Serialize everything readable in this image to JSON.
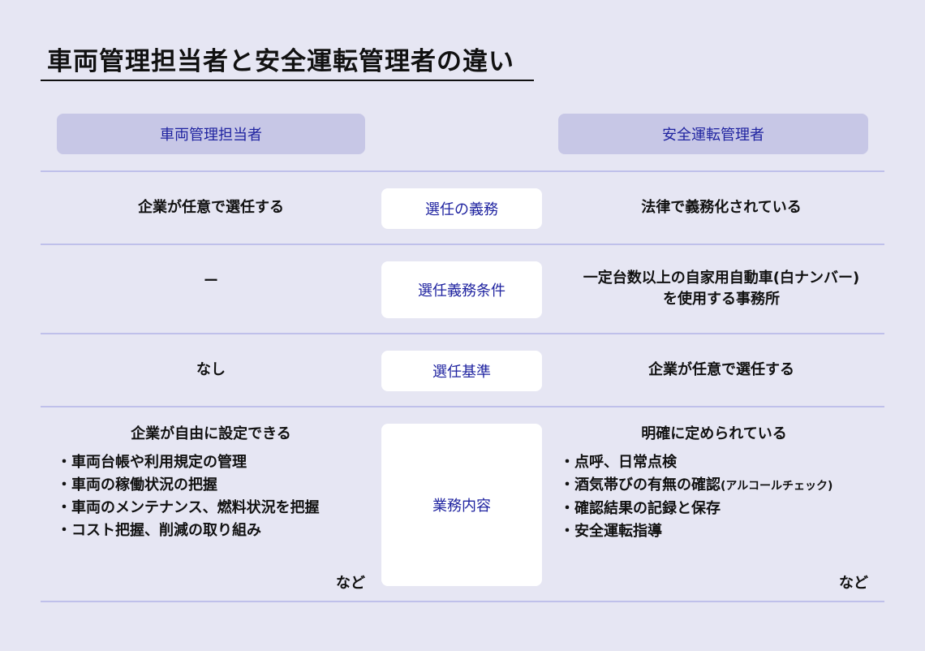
{
  "title": "車両管理担当者と安全運転管理者の違い",
  "headers": {
    "left": "車両管理担当者",
    "right": "安全運転管理者"
  },
  "rows": [
    {
      "label": "選任の義務",
      "left": "企業が任意で選任する",
      "right": "法律で義務化されている"
    },
    {
      "label": "選任義務条件",
      "left": "ー",
      "right_line1": "一定台数以上の自家用自動車(白ナンバー)",
      "right_line2": "を使用する事務所"
    },
    {
      "label": "選任基準",
      "left": "なし",
      "right": "企業が任意で選任する"
    },
    {
      "label": "業務内容",
      "left": {
        "heading": "企業が自由に設定できる",
        "items": [
          "車両台帳や利用規定の管理",
          "車両の稼働状況の把握",
          "車両のメンテナンス、燃料状況を把握",
          "コスト把握、削減の取り組み"
        ],
        "suffix": "など"
      },
      "right": {
        "heading": "明確に定められている",
        "items": [
          "点呼、日常点検",
          "酒気帯びの有無の確認",
          "確認結果の記録と保存",
          "安全運転指導"
        ],
        "item2_note": "(アルコールチェック)",
        "suffix": "など"
      }
    }
  ],
  "bullet": "・"
}
